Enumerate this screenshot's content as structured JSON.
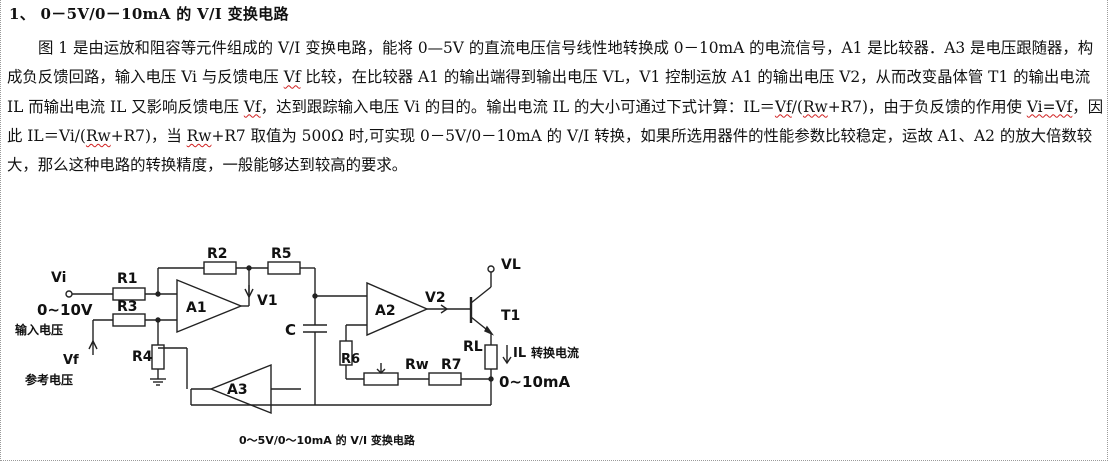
{
  "heading": "1、 0－5V/0－10mA 的 V/I 变换电路",
  "paragraph": {
    "s1": "图 1 是由运放和阻容等元件组成的 V/I 变换电路，能将 0—5V 的直流电压信号线性地转换成 0－10mA 的电流信号，A1 是比较器．A3 是电压跟随器，构成负反馈回路，输入电压 Vi 与反馈电压 ",
    "vf1": "Vf",
    "s2": " 比较，在比较器 A1 的输出端得到输出电压 VL，V1 控制运放 A1 的输出电压 V2，从而改变晶体管 T1 的输出电流 IL 而输出电流 IL 又影响反馈电压 ",
    "vf2": "Vf",
    "s3": "，达到跟踪输入电压 Vi 的目的。输出电流 IL 的大小可通过下式计算：IL＝",
    "vf3": "Vf",
    "s4": "/(",
    "rw1": "Rw",
    "s5": "+R7)，由于负反馈的作用使 ",
    "vivf": "Vi=Vf",
    "s6": "，因此 IL＝Vi/(",
    "rw2": "Rw",
    "s7": "+R7)，当 ",
    "rw3": "Rw",
    "s8": "+R7 取值为 500Ω 时,可实现 0－5V/0－10mA 的 V/I 转换，如果所选用器件的性能参数比较稳定，运故 A1、A2 的放大倍数较大，那么这种电路的转换精度，一般能够达到较高的要求。"
  },
  "figure": {
    "labels": {
      "vi": "Vi",
      "vi_range": "0~10V",
      "input_voltage": "输入电压",
      "vf": "Vf",
      "ref_voltage": "参考电压",
      "r1": "R1",
      "r2": "R2",
      "r3": "R3",
      "r4": "R4",
      "r5": "R5",
      "r6": "R6",
      "r7": "R7",
      "rw": "Rw",
      "rl": "RL",
      "a1": "A1",
      "a2": "A2",
      "a3": "A3",
      "c": "C",
      "v1": "V1",
      "v2": "V2",
      "vl": "VL",
      "t1": "T1",
      "il": "IL",
      "conv_current": "转换电流",
      "out_range": "0~10mA"
    },
    "caption": "0～5V/0～10mA 的 V/I 变换电路"
  }
}
